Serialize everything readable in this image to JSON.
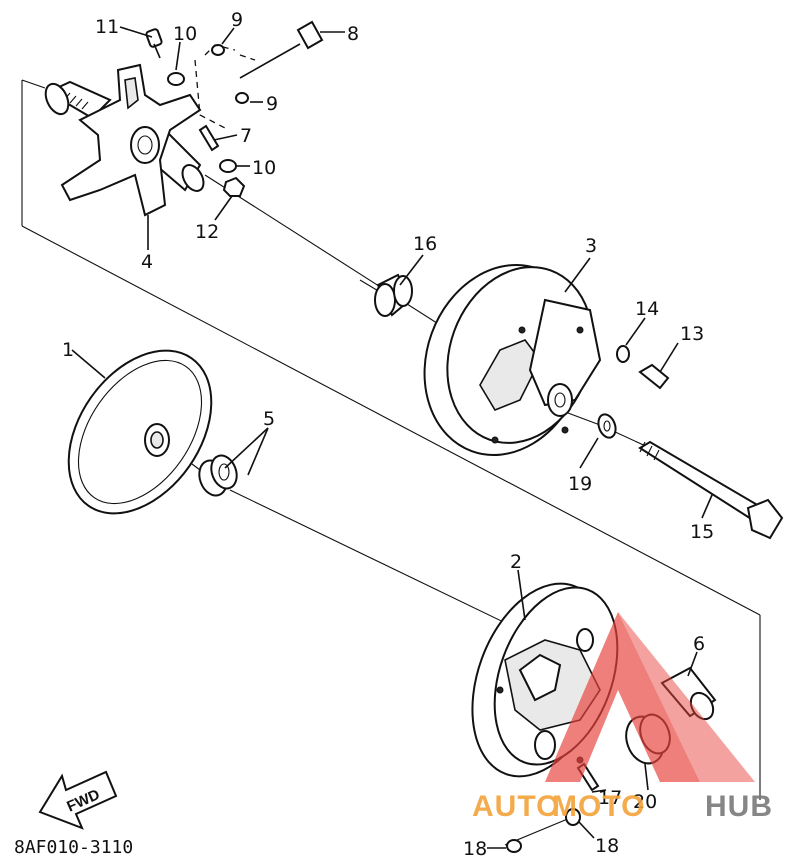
{
  "diagram_code": "8AF010-3110",
  "fwd_label": "FWD",
  "watermark": {
    "part1": "AUTO",
    "part2": "MOTO",
    "part3": "HUB",
    "color_accent": "#f2a33a",
    "color_triangle": "#e8433c",
    "color_gray": "#7a7a7a"
  },
  "callouts": {
    "c1": "1",
    "c2": "2",
    "c3": "3",
    "c4": "4",
    "c5": "5",
    "c6": "6",
    "c7": "7",
    "c8": "8",
    "c9a": "9",
    "c9b": "9",
    "c10a": "10",
    "c10b": "10",
    "c11": "11",
    "c12": "12",
    "c13": "13",
    "c14": "14",
    "c15": "15",
    "c16": "16",
    "c17": "17",
    "c18a": "18",
    "c18b": "18",
    "c19": "19",
    "c20": "20"
  }
}
